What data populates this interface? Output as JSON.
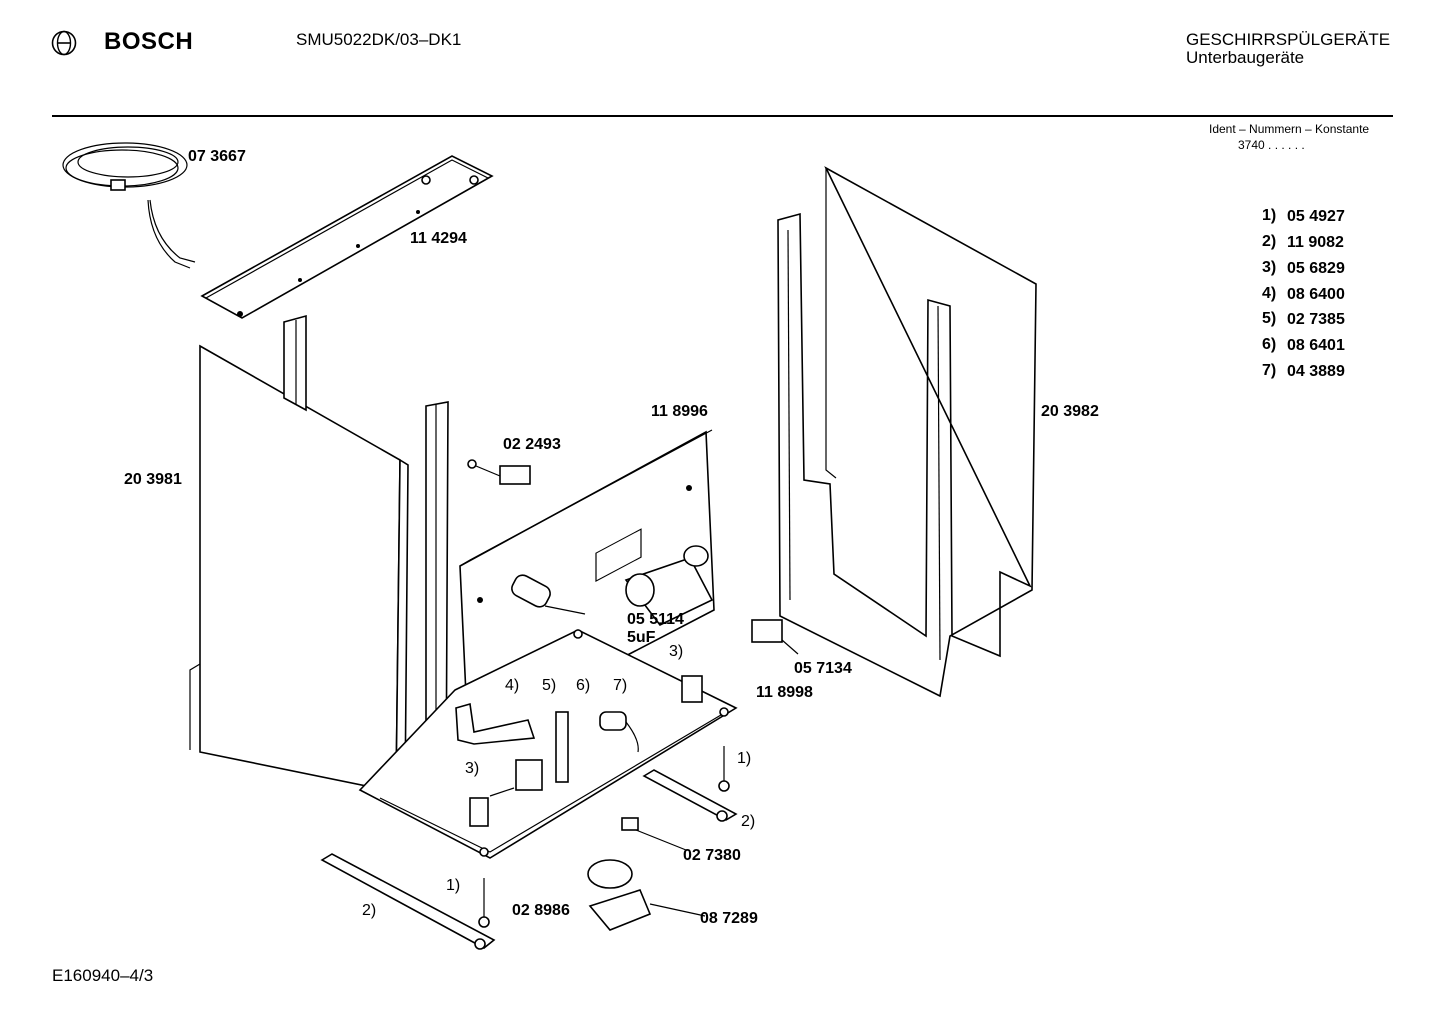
{
  "header": {
    "brand": "BOSCH",
    "model": "SMU5022DK/03–DK1",
    "category": "GESCHIRRSPÜLGERÄTE",
    "subcategory": "Unterbaugeräte"
  },
  "ident": {
    "title": "Ident – Nummern – Konstante",
    "value": "3740 .  .  .  .  .  ."
  },
  "key_list": [
    {
      "marker": "1)",
      "number": "05 4927"
    },
    {
      "marker": "2)",
      "number": "11 9082"
    },
    {
      "marker": "3)",
      "number": "05 6829"
    },
    {
      "marker": "4)",
      "number": "08 6400"
    },
    {
      "marker": "5)",
      "number": "02 7385"
    },
    {
      "marker": "6)",
      "number": "08 6401"
    },
    {
      "marker": "7)",
      "number": "04 3889"
    }
  ],
  "callouts": {
    "power_cord": "07 3667",
    "top_strip": "11 4294",
    "left_side_panel": "20 3981",
    "right_side_panel": "20 3982",
    "clamp": "02 2493",
    "rear_panel": "11 8996",
    "capacitor": "05 5114",
    "capacitor_value": "5uF",
    "switch": "05 7134",
    "base_plate": "11 8998",
    "float_switch": "02 7380",
    "float": "02 8986",
    "float_holder": "08 7289",
    "ref_1a": "1)",
    "ref_1b": "1)",
    "ref_2a": "2)",
    "ref_2b": "2)",
    "ref_3a": "3)",
    "ref_3b": "3)",
    "ref_4": "4)",
    "ref_5": "5)",
    "ref_6": "6)",
    "ref_7": "7)"
  },
  "footer": {
    "drawing_number": "E160940–4/3"
  }
}
